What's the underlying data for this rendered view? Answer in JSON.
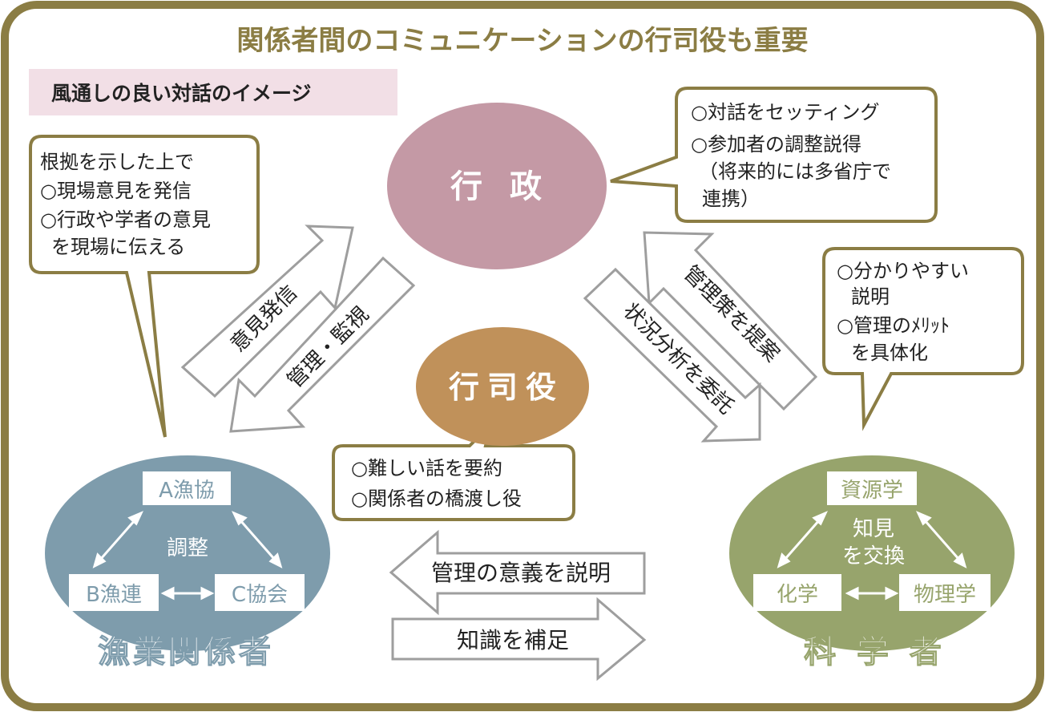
{
  "title": "関係者間のコミュニケーションの行司役も重要",
  "subtitle": "風通しの良い対話のイメージ",
  "nodes": {
    "gyosei": {
      "label": "行 政",
      "color": "#c499a5"
    },
    "gyojiyaku": {
      "label": "行司役",
      "color": "#c0915a"
    },
    "fishery": {
      "label": "漁業関係者",
      "color": "#7e9cac",
      "members": [
        "A漁協",
        "B漁連",
        "C協会"
      ],
      "center": "調整"
    },
    "scientists": {
      "label": "科 学 者",
      "color": "#97a46c",
      "members": [
        "資源学",
        "化学",
        "物理学"
      ],
      "center": [
        "知見",
        "を交換"
      ]
    }
  },
  "bubbles": {
    "fishery": [
      "根拠を示した上で",
      "○現場意見を発信",
      "○行政や学者の意見",
      "を現場に伝える"
    ],
    "gyosei": [
      "○対話をセッティング",
      "○参加者の調整説得",
      "（将来的には多省庁で",
      "連携）"
    ],
    "scientists": [
      "○分かりやすい",
      "説明",
      "○管理のﾒﾘｯﾄ",
      "を具体化"
    ],
    "gyojiyaku": [
      "○難しい話を要約",
      "○関係者の橋渡し役"
    ]
  },
  "arrows": {
    "opinion": "意見発信",
    "management": "管理・監視",
    "propose": "管理策を提案",
    "commission": "状況分析を委託",
    "explain": "管理の意義を説明",
    "supplement": "知識を補足"
  },
  "colors": {
    "frame": "#8b7d44",
    "subtitle_bg": "#f2dfe6",
    "bubble_border": "#8b7d44"
  }
}
